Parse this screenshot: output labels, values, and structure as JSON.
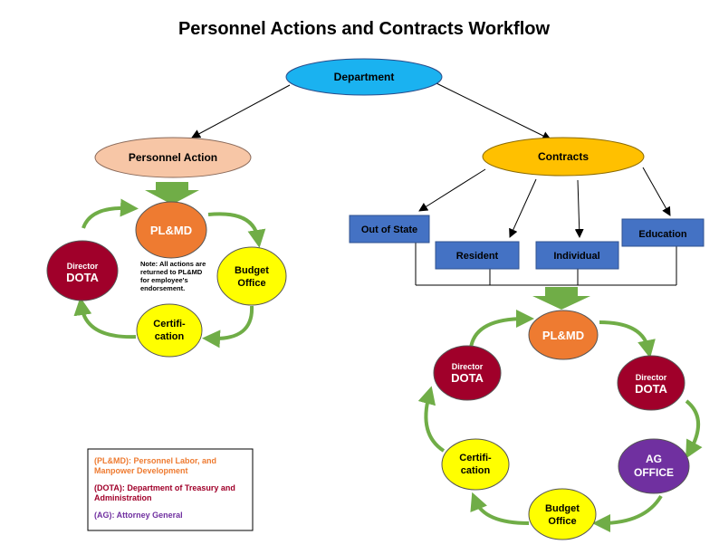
{
  "title": "Personnel Actions and Contracts Workflow",
  "colors": {
    "department": "#1ab2f0",
    "personnel_action": "#f7c6a6",
    "contracts": "#ffc000",
    "plmd": "#ee7b31",
    "dota": "#a0002a",
    "yellow": "#ffff00",
    "ag": "#7030a0",
    "box_blue": "#4472c4",
    "arrow_green": "#70ad47"
  },
  "nodes": {
    "department": "Department",
    "personnel_action": "Personnel Action",
    "contracts": "Contracts"
  },
  "contract_types": {
    "out_of_state": "Out of State",
    "resident": "Resident",
    "individual": "Individual",
    "education": "Education"
  },
  "left_cycle": {
    "plmd": "PL&MD",
    "budget_line1": "Budget",
    "budget_line2": "Office",
    "cert_line1": "Certifi-",
    "cert_line2": "cation",
    "dota_line1": "Director",
    "dota_line2": "DOTA",
    "note_lines": [
      "Note: All actions are",
      "returned to PL&MD",
      "for employee's",
      "endorsement."
    ]
  },
  "right_cycle": {
    "plmd": "PL&MD",
    "dota_left_line1": "Director",
    "dota_left_line2": "DOTA",
    "dota_right_line1": "Director",
    "dota_right_line2": "DOTA",
    "ag_line1": "AG",
    "ag_line2": "OFFICE",
    "budget_line1": "Budget",
    "budget_line2": "Office",
    "cert_line1": "Certifi-",
    "cert_line2": "cation"
  },
  "legend": {
    "plmd_line1": "(PL&MD): Personnel Labor, and",
    "plmd_line2": "Manpower Development",
    "dota_line1": "(DOTA): Department of Treasury and",
    "dota_line2": "Administration",
    "ag": "(AG): Attorney General"
  }
}
